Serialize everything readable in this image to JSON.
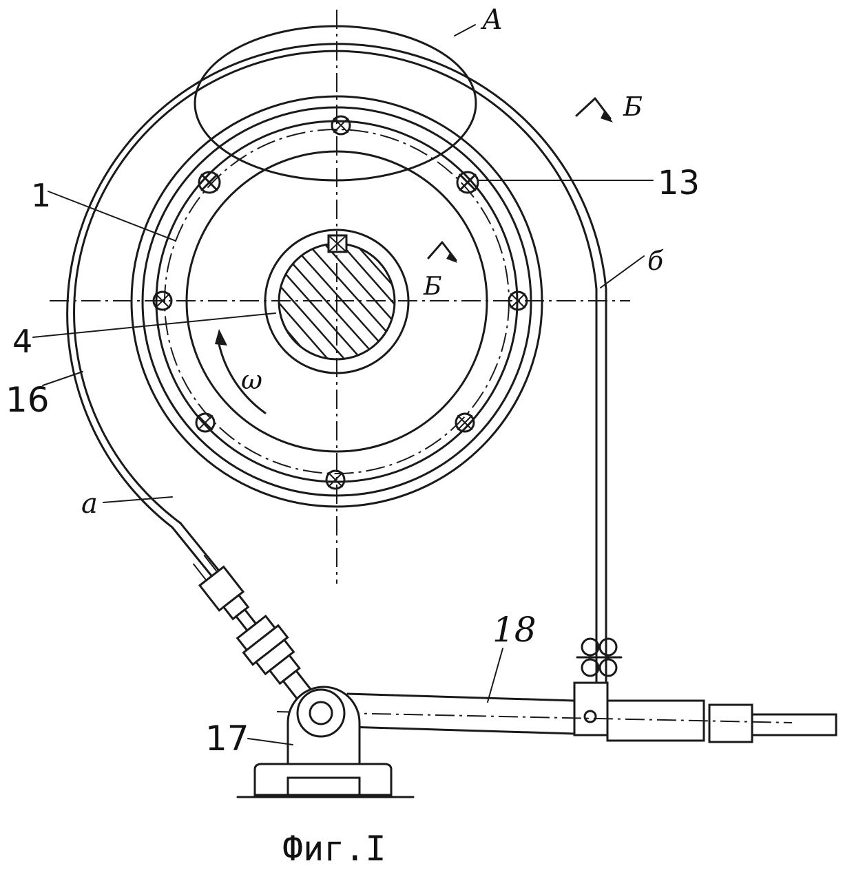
{
  "labels": {
    "A": "А",
    "b_top": "Б",
    "b_center": "Б",
    "b_right": "б",
    "n13": "13",
    "n1": "1",
    "n4": "4",
    "n16": "16",
    "omega": "ω",
    "a": "a",
    "n18": "18",
    "n17": "17"
  },
  "caption": "Фиг.I"
}
